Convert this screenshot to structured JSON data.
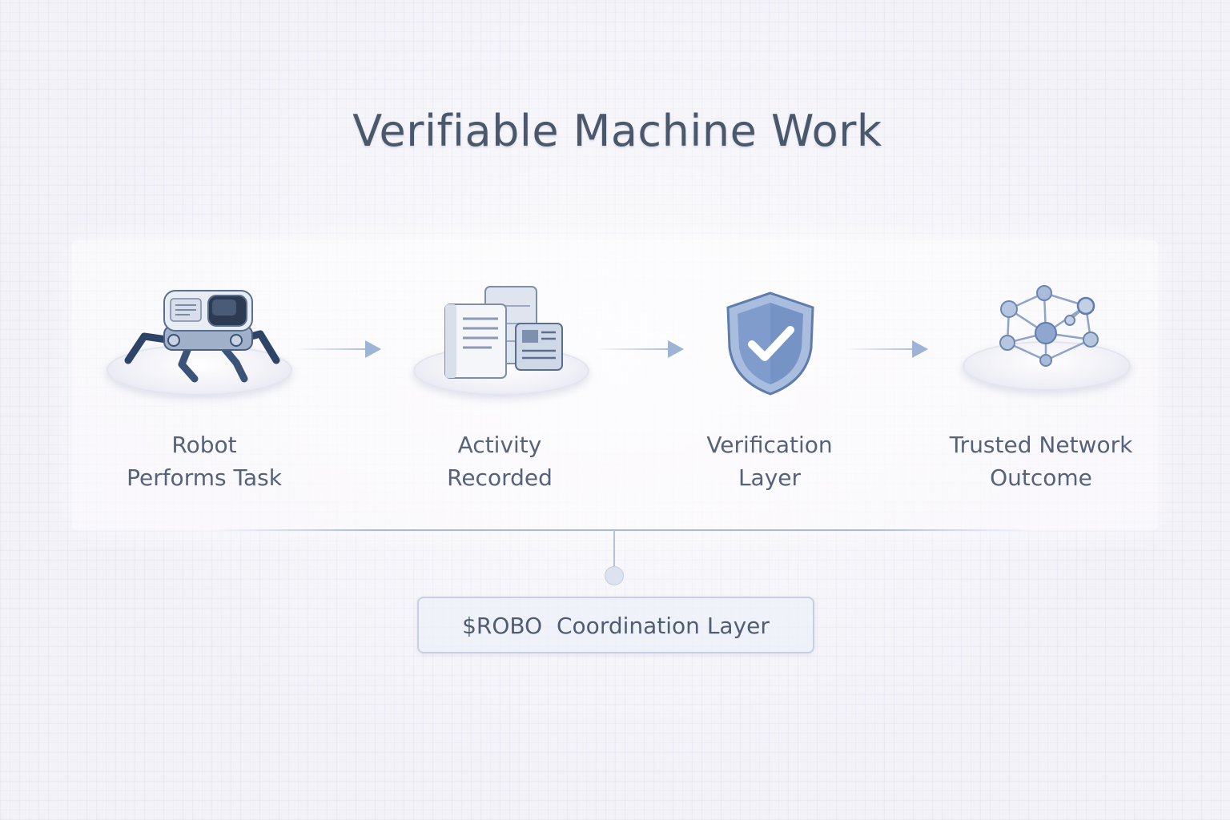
{
  "title": "Verifiable Machine Work",
  "stages": [
    {
      "icon": "robot-icon",
      "line1": "Robot",
      "line2": "Performs Task"
    },
    {
      "icon": "documents-icon",
      "line1": "Activity",
      "line2": "Recorded"
    },
    {
      "icon": "shield-check-icon",
      "line1": "Verification",
      "line2": "Layer"
    },
    {
      "icon": "network-icon",
      "line1": "Trusted Network",
      "line2": "Outcome"
    }
  ],
  "coordination": {
    "token": "$ROBO",
    "label": "Coordination Layer"
  },
  "colors": {
    "accent": "#7f9ccc",
    "text": "#54627a",
    "dark_navy": "#2e4466"
  }
}
